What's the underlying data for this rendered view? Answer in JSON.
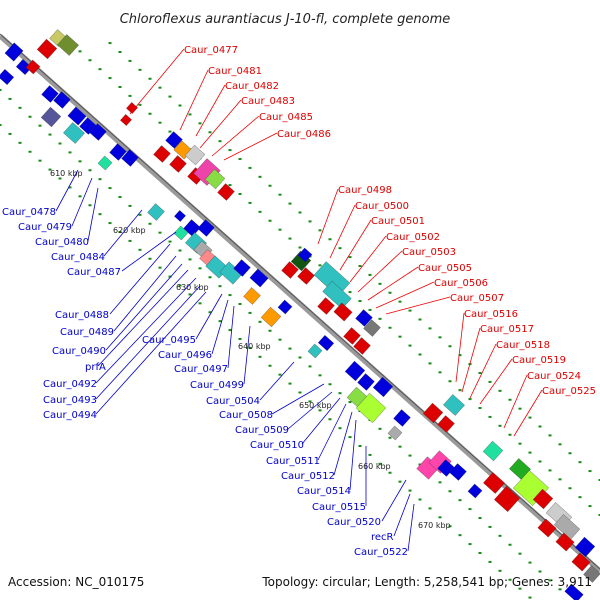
{
  "title": "Chloroflexus aurantiacus J-10-fl, complete genome",
  "accession": "Accession: NC_010175",
  "topology": "Topology: circular; Length: 5,258,541 bp; Genes: 3,911",
  "colors": {
    "backbone": "#888888",
    "red_label": "#dd0000",
    "blue_label": "#0000cc",
    "green_dot": "#228b22"
  },
  "kbp_marks": [
    "610 kbp",
    "620 kbp",
    "630 kbp",
    "640 kbp",
    "650 kbp",
    "660 kbp",
    "670 kbp"
  ],
  "red_labels": [
    "Caur_0477",
    "Caur_0481",
    "Caur_0482",
    "Caur_0483",
    "Caur_0485",
    "Caur_0486",
    "Caur_0498",
    "Caur_0500",
    "Caur_0501",
    "Caur_0502",
    "Caur_0503",
    "Caur_0505",
    "Caur_0506",
    "Caur_0507",
    "Caur_0516",
    "Caur_0517",
    "Caur_0518",
    "Caur_0519",
    "Caur_0524",
    "Caur_0525"
  ],
  "blue_labels": [
    "Caur_0478",
    "Caur_0479",
    "Caur_0480",
    "Caur_0484",
    "Caur_0487",
    "Caur_0488",
    "Caur_0489",
    "Caur_0490",
    "prfA",
    "Caur_0492",
    "Caur_0493",
    "Caur_0494",
    "Caur_0495",
    "Caur_0496",
    "Caur_0497",
    "Caur_0499",
    "Caur_0504",
    "Caur_0508",
    "Caur_0509",
    "Caur_0510",
    "Caur_0511",
    "Caur_0512",
    "Caur_0514",
    "Caur_0515",
    "Caur_0520",
    "recR",
    "Caur_0522"
  ]
}
